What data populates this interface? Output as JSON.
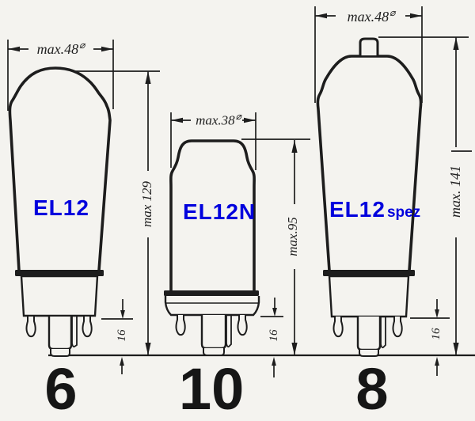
{
  "figure": {
    "title_hint": "EL12 tube family outline drawings",
    "colors": {
      "label_blue": "#0000dd",
      "line": "#1d1d1d",
      "paper": "#f4f3ef",
      "digits": "#161616"
    },
    "tubes": [
      {
        "name": "EL12",
        "suffix": "",
        "diameter": "max.48",
        "diameter_symbol": "⌀",
        "height": "max 129",
        "pin_length": "16",
        "base_number": "6"
      },
      {
        "name": "EL12N",
        "suffix": "",
        "diameter": "max.38",
        "diameter_symbol": "⌀",
        "height": "max.95",
        "pin_length": "16",
        "base_number": "10"
      },
      {
        "name": "EL12",
        "suffix": "spez",
        "diameter": "max.48",
        "diameter_symbol": "⌀",
        "height": "max. 141",
        "pin_length": "16",
        "base_number": "8"
      }
    ]
  }
}
